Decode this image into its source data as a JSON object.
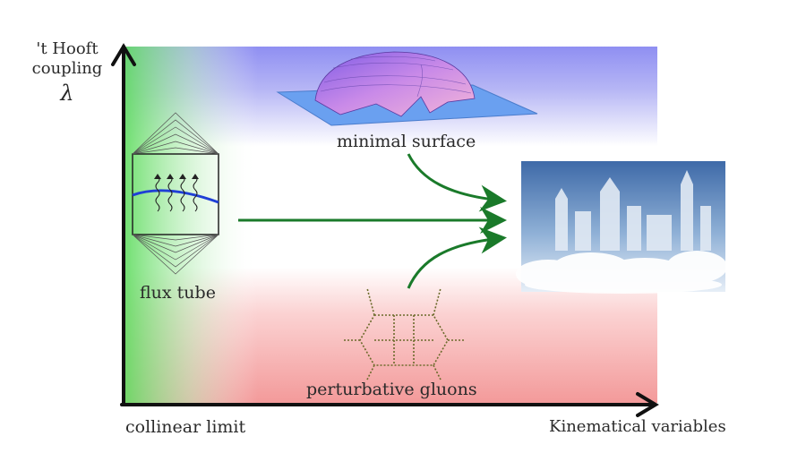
{
  "axes": {
    "y_label_line1": "'t Hooft",
    "y_label_line2": "coupling",
    "y_symbol": "λ",
    "x_left_label": "collinear limit",
    "x_right_label": "Kinematical variables"
  },
  "regions": {
    "minimal_surface": "minimal surface",
    "flux_tube": "flux tube",
    "perturbative_gluons": "perturbative gluons"
  },
  "colors": {
    "strong_coupling": "#8f8ff2",
    "weak_coupling": "#f39a9a",
    "collinear": "#7fe07f",
    "arrows": "#1a7a2a",
    "axes": "#111111"
  },
  "icons": {
    "minimal_surface": "minimal-surface-3d-plot",
    "flux_tube": "flux-tube-drawing",
    "gluons": "feynman-gluon-diagram",
    "target": "ice-castle-in-clouds-image"
  }
}
